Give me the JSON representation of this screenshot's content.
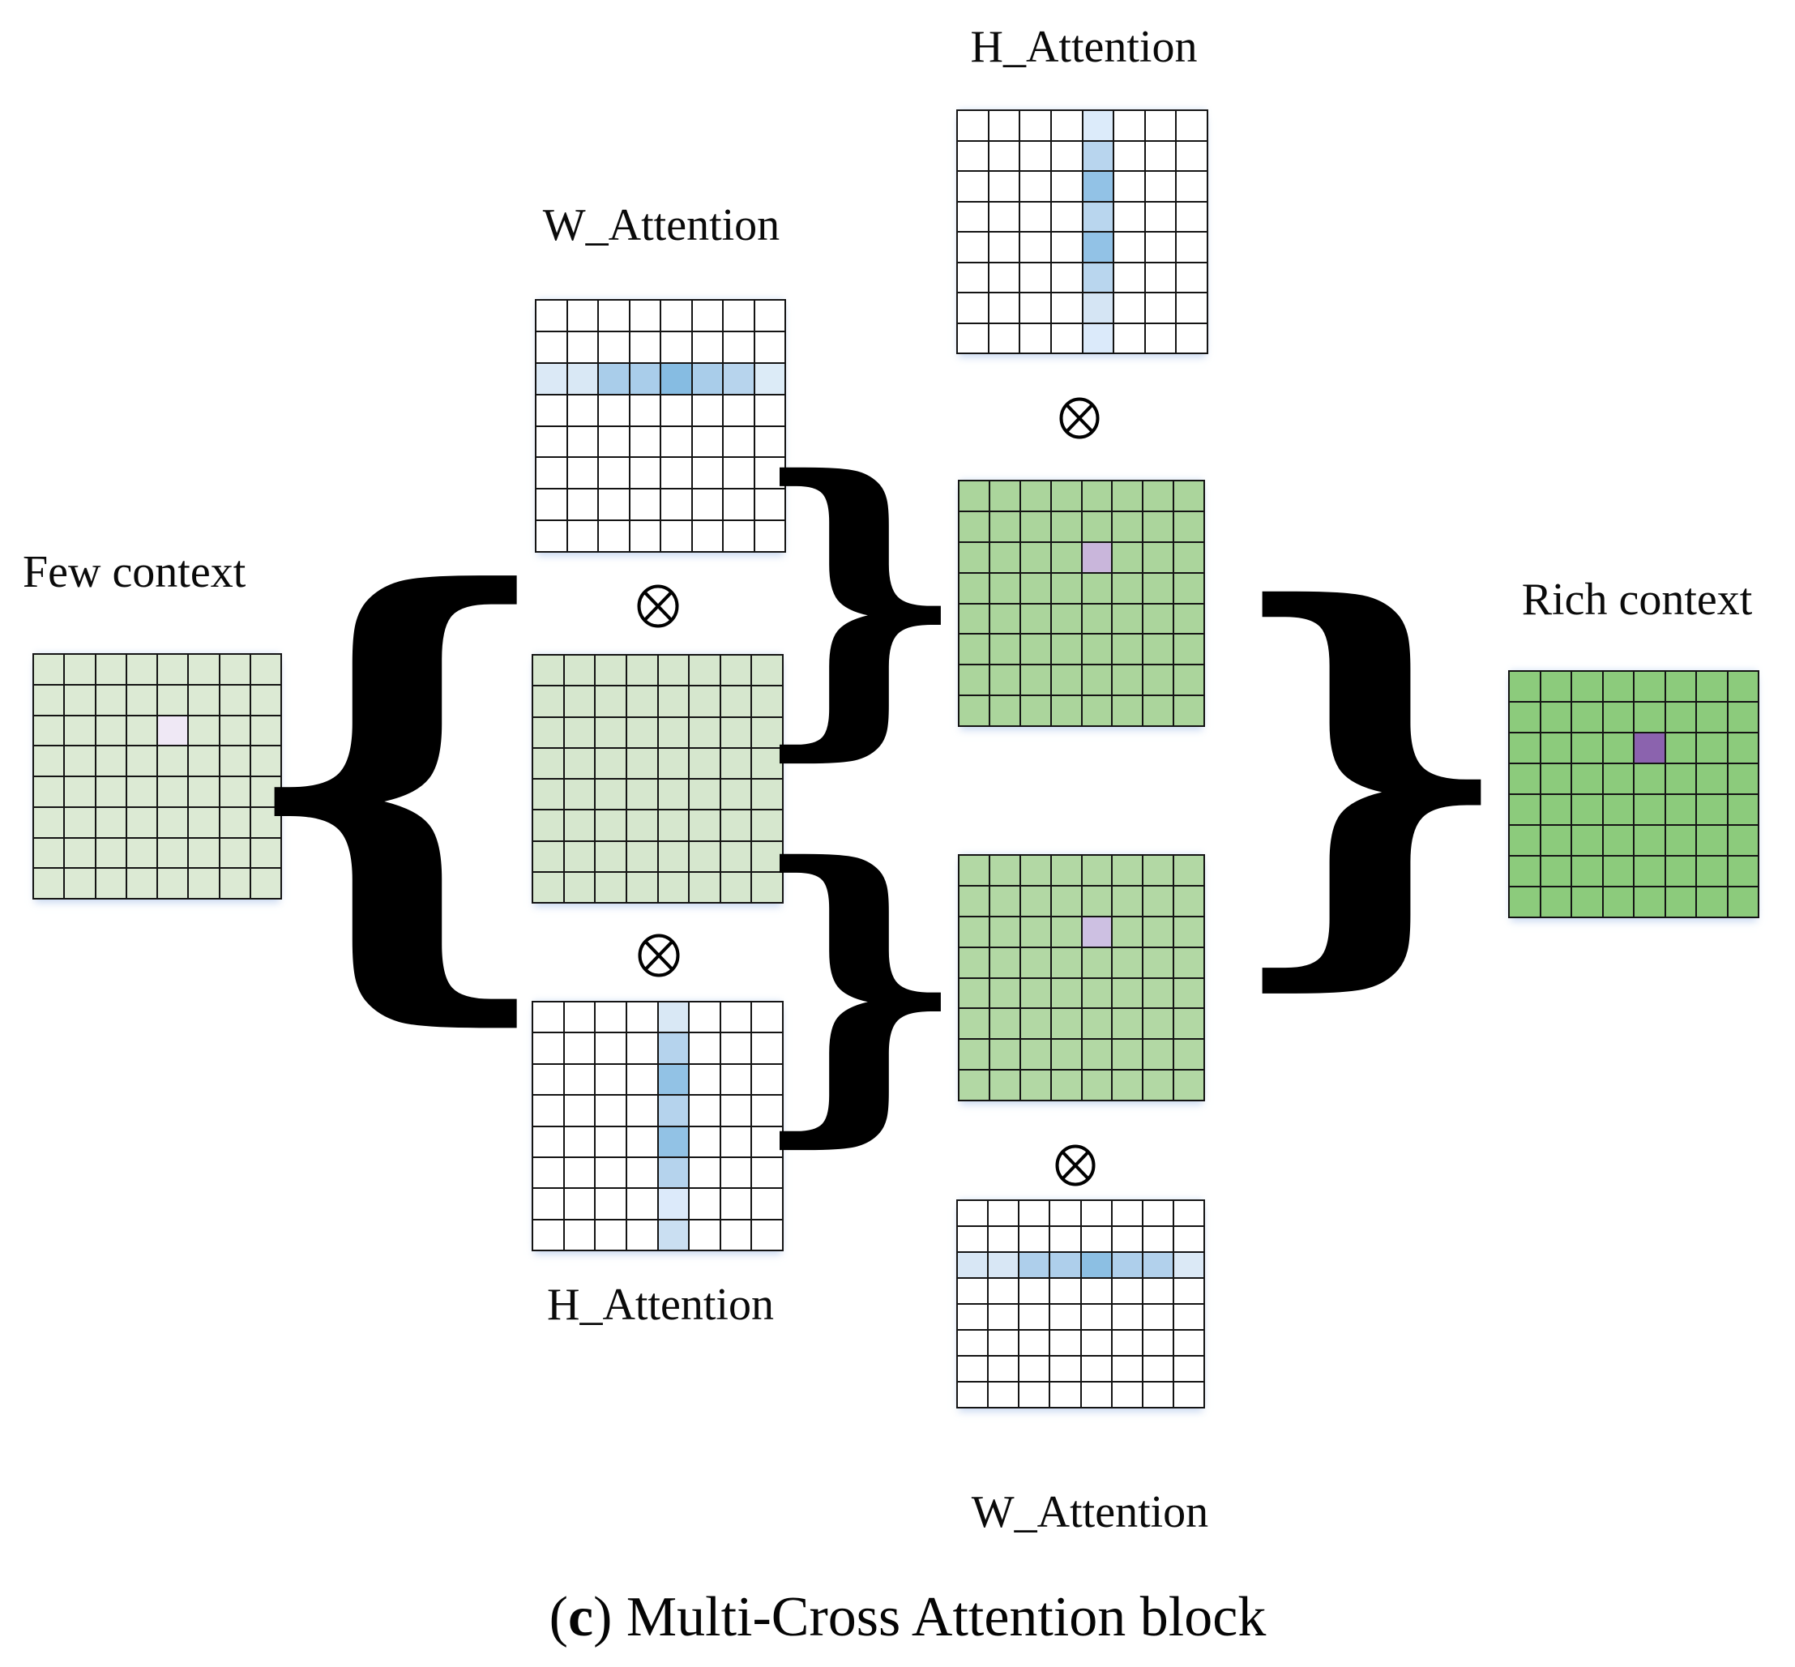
{
  "labels": {
    "few_context": "Few context",
    "rich_context": "Rich context",
    "w_attention_top": "W_Attention",
    "h_attention_mid": "H_Attention",
    "h_attention_top_right": "H_Attention",
    "w_attention_bottom": "W_Attention"
  },
  "caption": {
    "open": "(",
    "letter": "c",
    "rest": ") Multi-Cross Attention block"
  },
  "braces": {
    "left": "{",
    "upper_right": "}",
    "lower_right": "}",
    "big_right": "}"
  },
  "operator": {
    "name": "otimes",
    "glyph": "⊗"
  },
  "colors": {
    "grid_line": "#141414",
    "light_green": "#dcead4",
    "mid_light_green": "#d6e7ce",
    "result_green": "#abd59c",
    "rich_green": "#8ccb7c",
    "lavender_cell": "#efe8f5",
    "purple_upper": "#c9b6db",
    "purple_lower": "#cdc0e2",
    "purple_rich": "#8b63ae",
    "attention_blue_dark": "#86bce2",
    "attention_blue_mid": "#a9cdea",
    "attention_blue_light": "#dbe9f6"
  },
  "grids": [
    {
      "id": "few_context",
      "rows": 8,
      "cols": 8,
      "cell_color": "#dcead4",
      "highlights": [
        {
          "row": 2,
          "col": 4,
          "color": "#efe8f5"
        }
      ]
    },
    {
      "id": "w_attention_top",
      "rows": 8,
      "cols": 8,
      "cell_color": "#ffffff",
      "row_highlight": {
        "row": 2,
        "colors": [
          "#dbe9f6",
          "#d9e8f5",
          "#a9cdea",
          "#a9cdea",
          "#86bce2",
          "#a9cdea",
          "#b7d4ed",
          "#dcebf7"
        ]
      }
    },
    {
      "id": "context_middle",
      "rows": 8,
      "cols": 8,
      "cell_color": "#d6e7ce",
      "highlights": []
    },
    {
      "id": "h_attention_mid",
      "rows": 8,
      "cols": 8,
      "cell_color": "#ffffff",
      "col_highlight": {
        "col": 4,
        "colors": [
          "#d9e8f5",
          "#b5d3ed",
          "#92c2e5",
          "#b5d3ed",
          "#92c2e5",
          "#b5d3ed",
          "#dceafa",
          "#cadff2"
        ]
      }
    },
    {
      "id": "h_attention_top_right",
      "rows": 8,
      "cols": 8,
      "cell_color": "#ffffff",
      "col_highlight": {
        "col": 4,
        "colors": [
          "#dcebfa",
          "#b8d5ee",
          "#92c2e6",
          "#b9d6ee",
          "#92c2e6",
          "#b9d6ee",
          "#d5e5f4",
          "#dbeafa"
        ]
      }
    },
    {
      "id": "result_upper",
      "rows": 8,
      "cols": 8,
      "cell_color": "#abd59c",
      "highlights": [
        {
          "row": 2,
          "col": 4,
          "color": "#c9b6db"
        }
      ]
    },
    {
      "id": "result_lower",
      "rows": 8,
      "cols": 8,
      "cell_color": "#b2d8a4",
      "highlights": [
        {
          "row": 2,
          "col": 4,
          "color": "#cdc0e2"
        }
      ]
    },
    {
      "id": "w_attention_bottom",
      "rows": 8,
      "cols": 8,
      "cell_color": "#ffffff",
      "row_highlight": {
        "row": 2,
        "colors": [
          "#d8e7f5",
          "#d8e7f5",
          "#aecfeb",
          "#aecfeb",
          "#8cbfe3",
          "#aecfeb",
          "#b2d1ec",
          "#dbe9f6"
        ]
      }
    },
    {
      "id": "rich_context",
      "rows": 8,
      "cols": 8,
      "cell_color": "#8ccb7c",
      "highlights": [
        {
          "row": 2,
          "col": 4,
          "color": "#8b63ae"
        }
      ]
    }
  ]
}
